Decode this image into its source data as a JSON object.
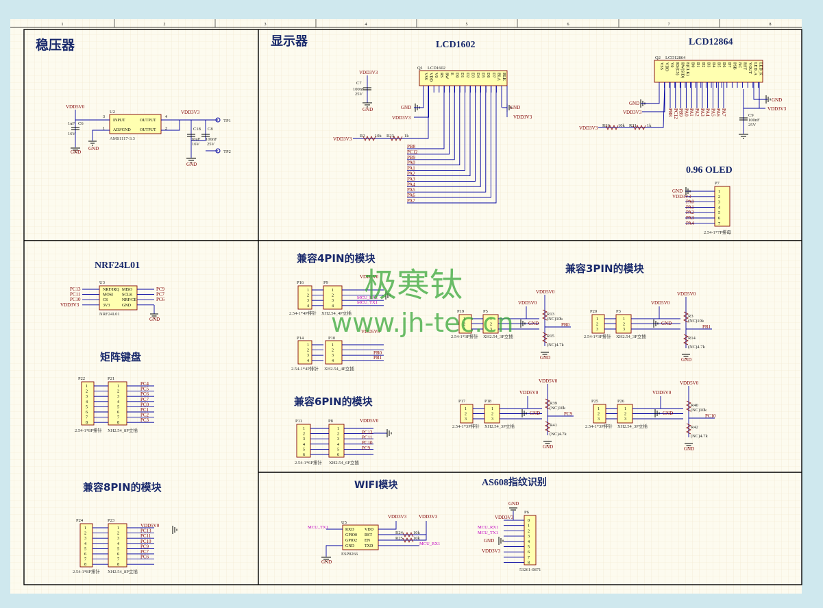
{
  "ruler_numbers": [
    "1",
    "2",
    "3",
    "4",
    "5",
    "6",
    "7",
    "8"
  ],
  "sections": {
    "regulator": "稳压器",
    "display": "显示器",
    "lcd1602": "LCD1602",
    "lcd12864": "LCD12864",
    "oled": "0.96 OLED",
    "nrf": "NRF24L01",
    "compat4": "兼容4PIN的模块",
    "compat3": "兼容3PIN的模块",
    "keypad": "矩阵键盘",
    "compat6": "兼容6PIN的模块",
    "compat8": "兼容8PIN的模块",
    "wifi": "WIFI模块",
    "as608": "AS608指纹识别"
  },
  "watermark": {
    "line1": "极寒钛",
    "line2": "www.jh-tec.cn"
  },
  "regulator": {
    "vin": "VDD5V0",
    "vout": "VDD3V3",
    "gnd": "GND",
    "u_ref": "U2",
    "u_part": "AMS1117-3.3",
    "pin_input": "INPUT",
    "pin_adj": "ADJ/GND",
    "pin_out1": "OUTPUT",
    "pin_out2": "OUTPUT",
    "pn3": "3",
    "pn1": "1",
    "pn4": "4",
    "pn2": "2",
    "c6": "C6",
    "c6_val": "1uF",
    "c6_v": "16V",
    "c18": "C18",
    "c18_val": "10uF",
    "c18_v": "16V",
    "c8": "C8",
    "c8_val": "100nF",
    "c8_v": "25V",
    "tp1": "TP1",
    "tp2": "TP2"
  },
  "lcd1602": {
    "ref": "Q1",
    "part": "LCD1602",
    "pins": [
      "VSS",
      "VDD",
      "V0",
      "RS",
      "RW",
      "E",
      "D0",
      "D1",
      "D2",
      "D3",
      "D4",
      "D5",
      "D6",
      "D7",
      "BLA",
      "BLK"
    ],
    "c7": "C7",
    "c7_val": "100nF",
    "c7_v": "25V",
    "r2": "R2",
    "r2_val": "10k",
    "r23": "R23",
    "r23_val": "1k",
    "nets": [
      "PB8",
      "PC12",
      "PB9",
      "PA0",
      "PA1",
      "PA2",
      "PA3",
      "PA4",
      "PA5",
      "PA6",
      "PA7"
    ],
    "vdd": "VDD3V3",
    "gnd": "GND"
  },
  "lcd12864": {
    "ref": "Q2",
    "part": "LCD12864",
    "pins": [
      "VSS",
      "VDD",
      "V0",
      "RS(CS)",
      "RW(SID)",
      "E(CLK)",
      "D0",
      "D1",
      "D2",
      "D3",
      "D4",
      "D5",
      "D6",
      "D7",
      "PSB",
      "NC",
      "RST",
      "VOUT",
      "LED_A",
      "LED_K"
    ],
    "c9": "C9",
    "c9_val": "100nF",
    "c9_v": "25V",
    "r26": "R26",
    "r26_val": "10k",
    "r21": "R21",
    "r21_val": "1k",
    "nets": [
      "PB8",
      "PC12",
      "PB9",
      "PA0",
      "PA1",
      "PA2",
      "PA3",
      "PA4",
      "PA5",
      "PA6",
      "PA7"
    ],
    "vdd": "VDD3V3",
    "gnd": "GND"
  },
  "oled": {
    "ref": "P7",
    "part": "2.54-1*7P排母",
    "pin_nums": [
      "1",
      "2",
      "3",
      "4",
      "5",
      "6",
      "7"
    ],
    "nets": [
      "GND",
      "VDD3V3",
      "PA0",
      "PA1",
      "PA2",
      "PA3",
      "PA4"
    ]
  },
  "nrf": {
    "ref": "U3",
    "part": "NRF24L01",
    "left_pins": [
      "NRF/IRQ",
      "MOSI",
      "CS",
      "3V3"
    ],
    "right_pins": [
      "MISO",
      "SCLK",
      "NRF/CE",
      "GND"
    ],
    "left_nets": [
      "PC13",
      "PC11",
      "PC10",
      "VDD3V3"
    ],
    "right_nets": [
      "PC9",
      "PC7",
      "PC6",
      "GND"
    ]
  },
  "compat4": {
    "p16": "P16",
    "p9": "P9",
    "p14": "P14",
    "p10": "P10",
    "hdr": "2.54-1*4P排针",
    "xh": "XH2.54_4P立插",
    "nets_top": [
      "VDD5V0",
      "MCU_RX1",
      "MCU_TX1"
    ],
    "nets_bot": [
      "VDD5V0",
      "PB0",
      "PB1"
    ]
  },
  "compat3": {
    "p19": "P19",
    "p5": "P5",
    "p20": "P20",
    "p3": "P3",
    "p17": "P17",
    "p18": "P18",
    "p25": "P25",
    "p26": "P26",
    "hdr": "2.54-1*3P排针",
    "xh": "XH2.54_3P立插",
    "r13": "R13",
    "r15": "R15",
    "r3": "R3",
    "r14": "R14",
    "r39": "R39",
    "r41": "R41",
    "r40": "R40",
    "r42": "R42",
    "r_up": "(NC)10k",
    "r_dn": "(NC)4.7k",
    "out1": "PB0",
    "out2": "PB1",
    "out3": "PC9",
    "out4": "PC10",
    "vdd": "VDD5V0",
    "gnd": "GND"
  },
  "keypad": {
    "p22": "P22",
    "p21": "P21",
    "hdr": "2.54-1*8P排针",
    "xh": "XH2.54_8P立插",
    "pin_nums": [
      "1",
      "2",
      "3",
      "4",
      "5",
      "6",
      "7",
      "8"
    ],
    "nets": [
      "PC4",
      "PC5",
      "PC6",
      "PC7",
      "PC0",
      "PC1",
      "PC2",
      "PC3"
    ]
  },
  "compat6": {
    "p11": "P11",
    "p8": "P8",
    "hdr": "2.54-1*6P排针",
    "xh": "XH2.54_6P立插",
    "pin_nums": [
      "1",
      "2",
      "3",
      "4",
      "5",
      "6"
    ],
    "nets": [
      "VDD5V0",
      "PC13",
      "PC11",
      "PC10",
      "PC9"
    ]
  },
  "compat8": {
    "p24": "P24",
    "p23": "P23",
    "hdr": "2.54-1*8P排针",
    "xh": "XH2.54_8P立插",
    "pin_nums": [
      "1",
      "2",
      "3",
      "4",
      "5",
      "6",
      "7",
      "8"
    ],
    "nets": [
      "VDD5V0",
      "PC13",
      "PC11",
      "PC10",
      "PC9",
      "PC7",
      "PC6"
    ]
  },
  "wifi": {
    "ref": "U5",
    "part": "ESP8266",
    "left_pins": [
      "RXD",
      "GPIO0",
      "GPIO2",
      "GND"
    ],
    "right_pins": [
      "VDD",
      "RST",
      "EN",
      "TXD"
    ],
    "rx": "MCU_TX1",
    "tx": "MCU_RX1",
    "r24": "R24",
    "r25": "R25",
    "r_val": "10k",
    "vdd": "VDD3V3",
    "gnd": "GND"
  },
  "as608": {
    "ref": "P6",
    "part": "53261-0871",
    "pin_nums": [
      "0",
      "1",
      "2",
      "3",
      "4",
      "5",
      "6",
      "7",
      "8"
    ],
    "nets": [
      "GND",
      "VDD3V3",
      "MCU_RX1",
      "MCU_TX1",
      "GND",
      "VDD3V3"
    ]
  }
}
